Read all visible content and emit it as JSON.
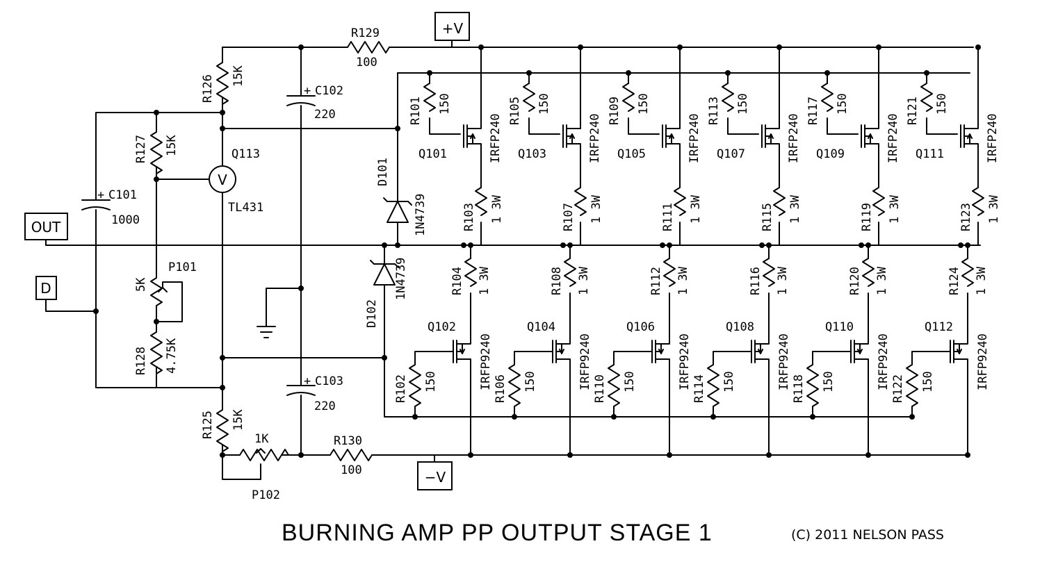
{
  "title": "BURNING AMP PP OUTPUT STAGE 1",
  "copyright": "(C) 2011 NELSON PASS",
  "terminals": {
    "pos": "+V",
    "neg": "−V",
    "out": "OUT",
    "d": "D"
  },
  "bias": {
    "r126": {
      "ref": "R126",
      "val": "15K"
    },
    "r127": {
      "ref": "R127",
      "val": "15K"
    },
    "r128": {
      "ref": "R128",
      "val": "4.75K"
    },
    "r125": {
      "ref": "R125",
      "val": "15K"
    },
    "r129": {
      "ref": "R129",
      "val": "100"
    },
    "r130": {
      "ref": "R130",
      "val": "100"
    },
    "c101": {
      "plus": "+",
      "ref": "C101",
      "val": "1000"
    },
    "c102": {
      "plus": "+",
      "ref": "C102",
      "val": "220"
    },
    "c103": {
      "plus": "+",
      "ref": "C103",
      "val": "220"
    },
    "q113": {
      "ref": "Q113",
      "part": "TL431",
      "symbol": "V"
    },
    "p101": {
      "ref": "P101",
      "val": "5K"
    },
    "p102": {
      "ref": "P102",
      "val": "1K"
    },
    "d101": {
      "ref": "D101",
      "part": "1N4739"
    },
    "d102": {
      "ref": "D102",
      "part": "1N4739"
    }
  },
  "upper_stages": [
    {
      "rg": "R101",
      "rg_val": "150",
      "q": "Q101",
      "q_part": "IRFP240",
      "rs": "R103",
      "rs_val": "1 3W"
    },
    {
      "rg": "R105",
      "rg_val": "150",
      "q": "Q103",
      "q_part": "IRFP240",
      "rs": "R107",
      "rs_val": "1 3W"
    },
    {
      "rg": "R109",
      "rg_val": "150",
      "q": "Q105",
      "q_part": "IRFP240",
      "rs": "R111",
      "rs_val": "1 3W"
    },
    {
      "rg": "R113",
      "rg_val": "150",
      "q": "Q107",
      "q_part": "IRFP240",
      "rs": "R115",
      "rs_val": "1 3W"
    },
    {
      "rg": "R117",
      "rg_val": "150",
      "q": "Q109",
      "q_part": "IRFP240",
      "rs": "R119",
      "rs_val": "1 3W"
    },
    {
      "rg": "R121",
      "rg_val": "150",
      "q": "Q111",
      "q_part": "IRFP240",
      "rs": "R123",
      "rs_val": "1 3W"
    }
  ],
  "lower_stages": [
    {
      "rs": "R104",
      "rs_val": "1 3W",
      "q": "Q102",
      "q_part": "IRFP9240",
      "rg": "R102",
      "rg_val": "150"
    },
    {
      "rs": "R108",
      "rs_val": "1 3W",
      "q": "Q104",
      "q_part": "IRFP9240",
      "rg": "R106",
      "rg_val": "150"
    },
    {
      "rs": "R112",
      "rs_val": "1 3W",
      "q": "Q106",
      "q_part": "IRFP9240",
      "rg": "R110",
      "rg_val": "150"
    },
    {
      "rs": "R116",
      "rs_val": "1 3W",
      "q": "Q108",
      "q_part": "IRFP9240",
      "rg": "R114",
      "rg_val": "150"
    },
    {
      "rs": "R120",
      "rs_val": "1 3W",
      "q": "Q110",
      "q_part": "IRFP9240",
      "rg": "R118",
      "rg_val": "150"
    },
    {
      "rs": "R124",
      "rs_val": "1 3W",
      "q": "Q112",
      "q_part": "IRFP9240",
      "rg": "R122",
      "rg_val": "150"
    }
  ]
}
